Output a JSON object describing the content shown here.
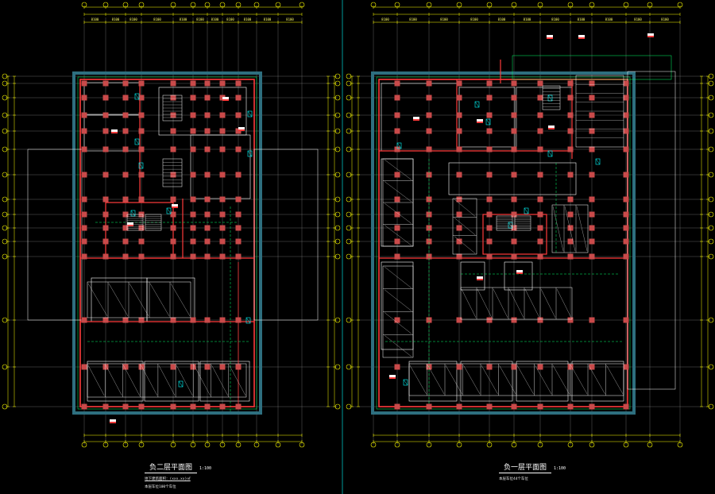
{
  "sheets": [
    {
      "id": "left",
      "title": "负二层平面图",
      "scale": "1:100",
      "notes": [
        "地下建筑面积：(xxx.xx)㎡",
        "本层车位100个车位"
      ]
    },
    {
      "id": "right",
      "title": "负一层平面图",
      "scale": "1:100",
      "notes": [
        "本层车位44个车位"
      ]
    }
  ],
  "colors": {
    "background": "#000000",
    "axis": "#ffff00",
    "wall": "#ff3b3b",
    "column": "#c94a4a",
    "room_line": "#ffffff",
    "fire": "#00ffff",
    "grid_line": "#8a8a8a",
    "hatch": "#2e6f7f",
    "sheet_divider": "#00bfbf",
    "dim_text": "#ffff66",
    "room_text": "#00ff66"
  }
}
